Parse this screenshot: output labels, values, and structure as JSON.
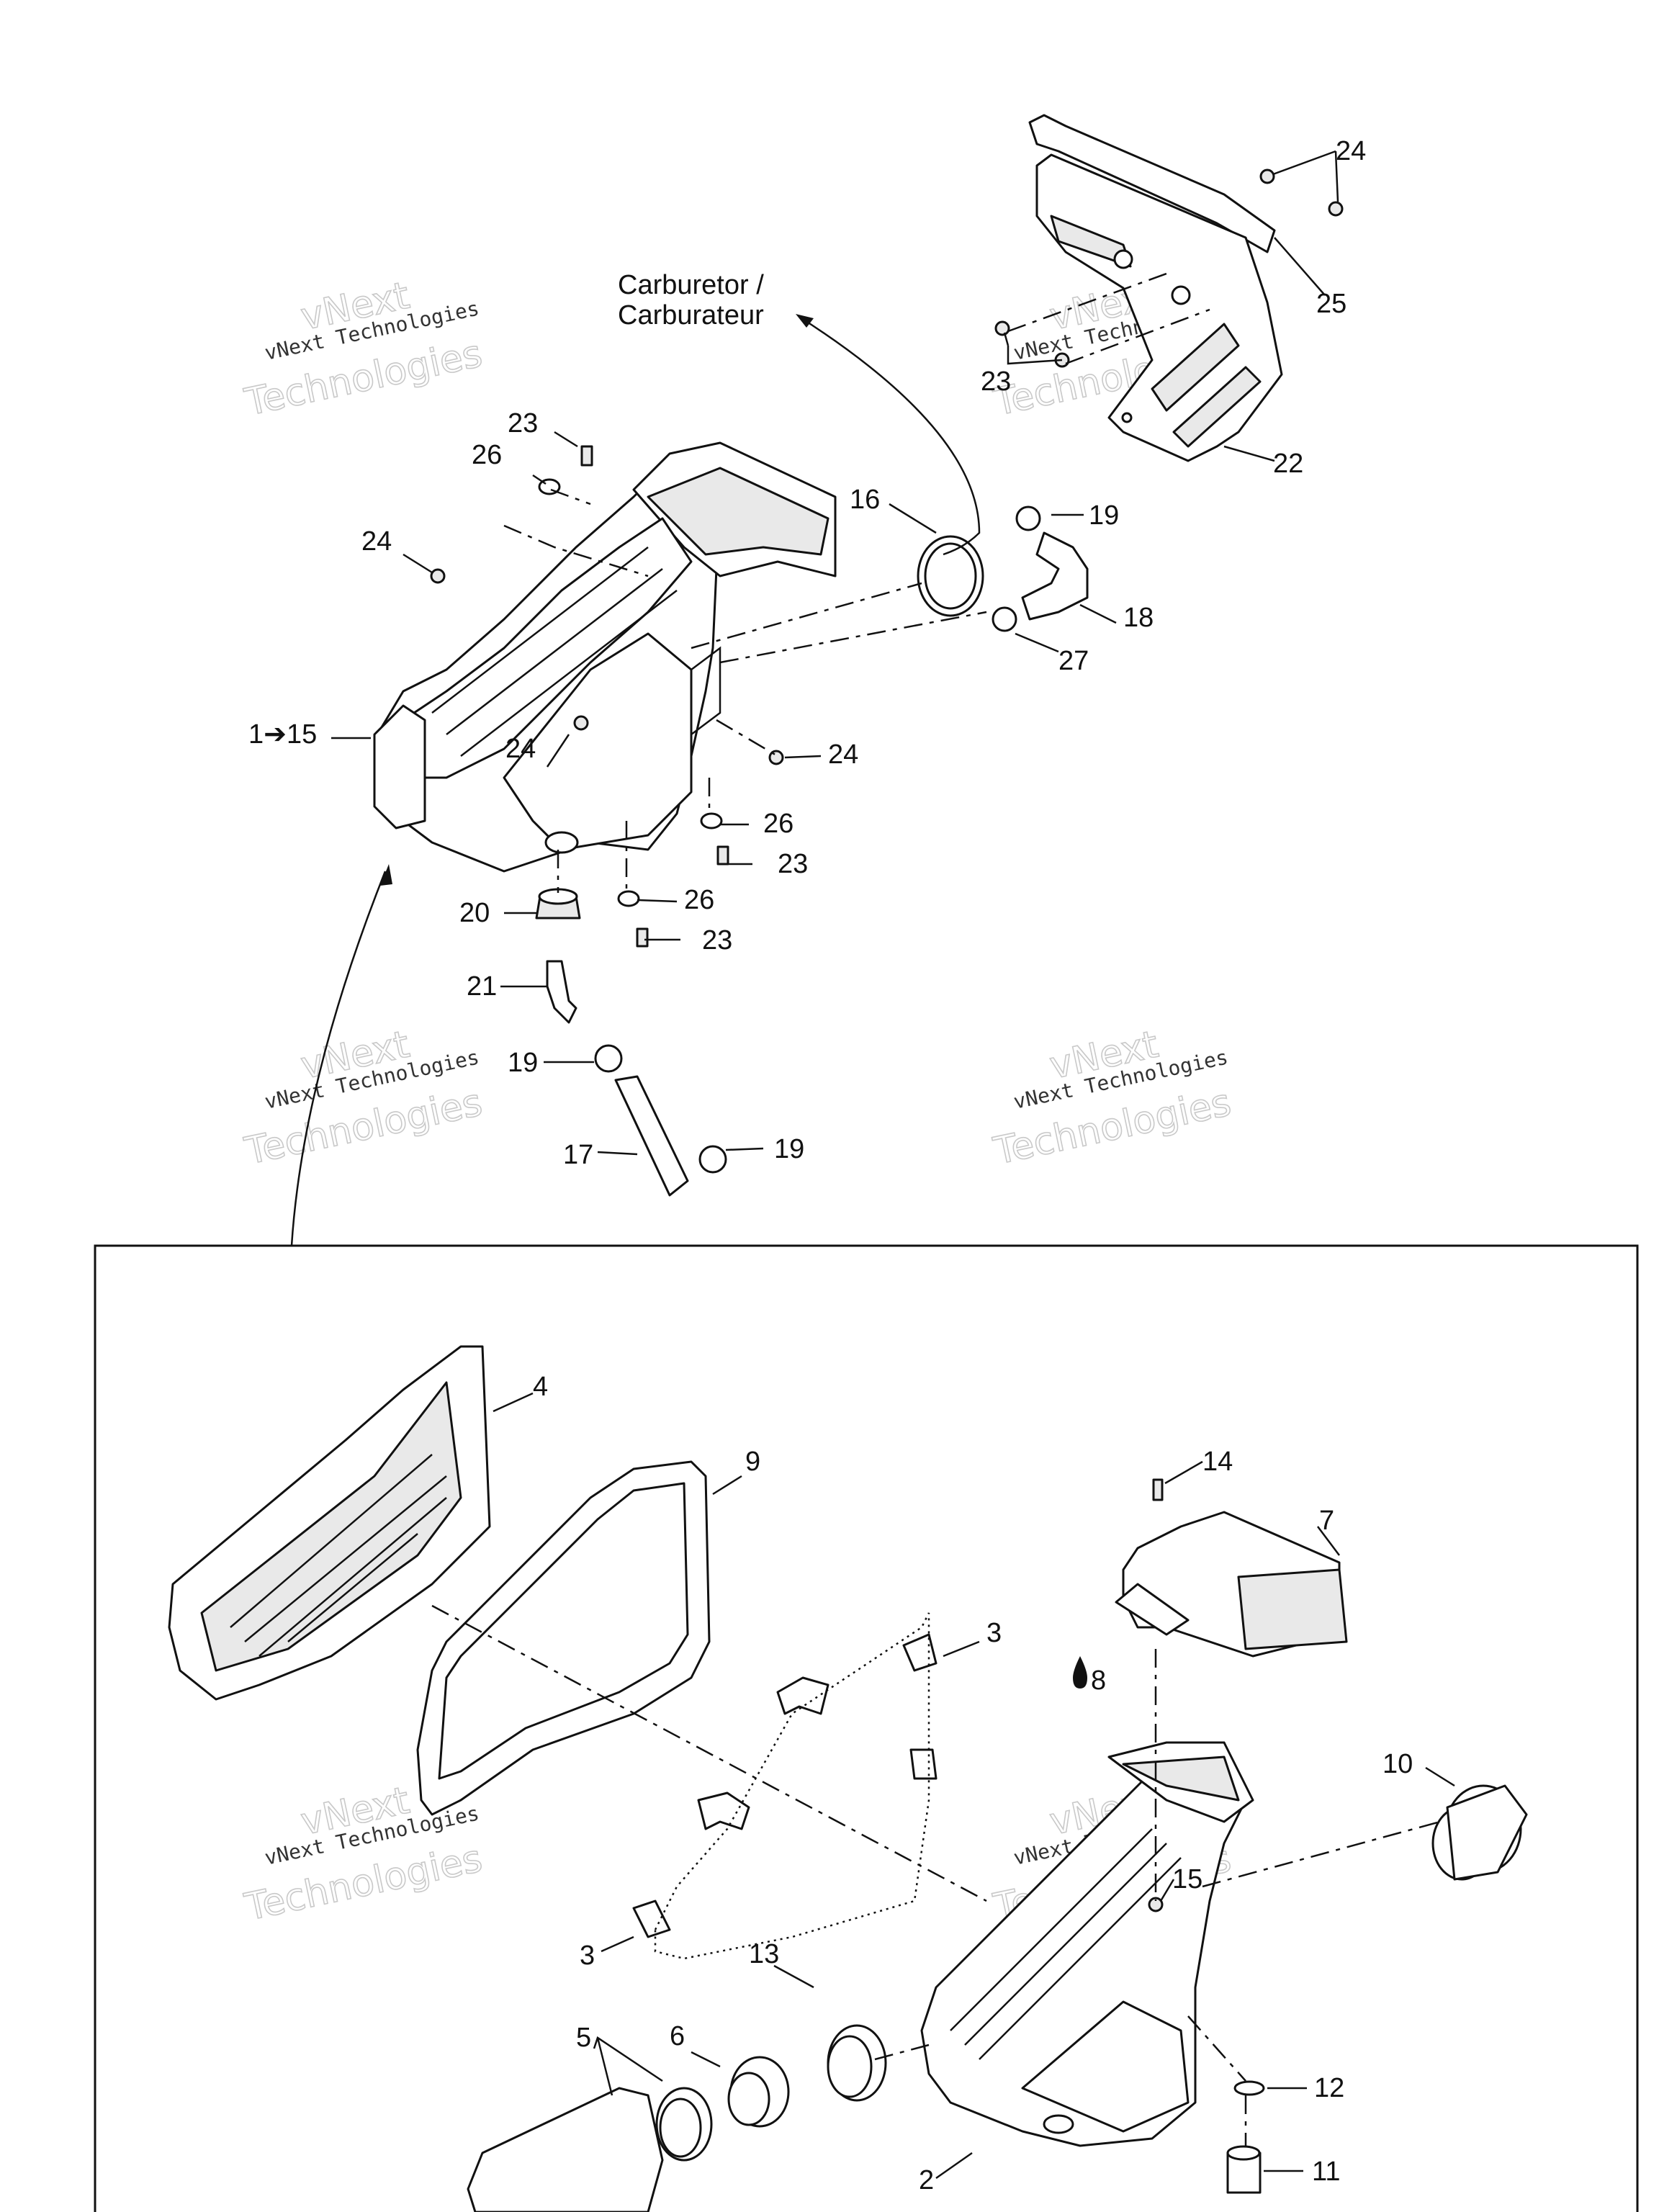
{
  "labels": {
    "carb_line1": "Carburetor /",
    "carb_line2": "Carburateur",
    "l1_15": "1➔15",
    "n2": "2",
    "n3a": "3",
    "n3b": "3",
    "n4": "4",
    "n5": "5",
    "n6": "6",
    "n7": "7",
    "n8": "8",
    "n9": "9",
    "n10": "10",
    "n11": "11",
    "n12": "12",
    "n13": "13",
    "n14": "14",
    "n15": "15",
    "n16": "16",
    "n17": "17",
    "n18": "18",
    "n19a": "19",
    "n19b": "19",
    "n19c": "19",
    "n20": "20",
    "n21": "21",
    "n22": "22",
    "n23a": "23",
    "n23b": "23",
    "n23c": "23",
    "n23d": "23",
    "n24a": "24",
    "n24b": "24",
    "n24c": "24",
    "n24d": "24",
    "n25": "25",
    "n26a": "26",
    "n26b": "26",
    "n26c": "26",
    "n27": "27"
  },
  "watermark": {
    "line1": "vNext Technologies",
    "outline_top": "vNext",
    "outline_bottom": "Technologies"
  },
  "icons": {
    "sealant": "drop-icon",
    "arrow": "arrow-right-icon"
  }
}
